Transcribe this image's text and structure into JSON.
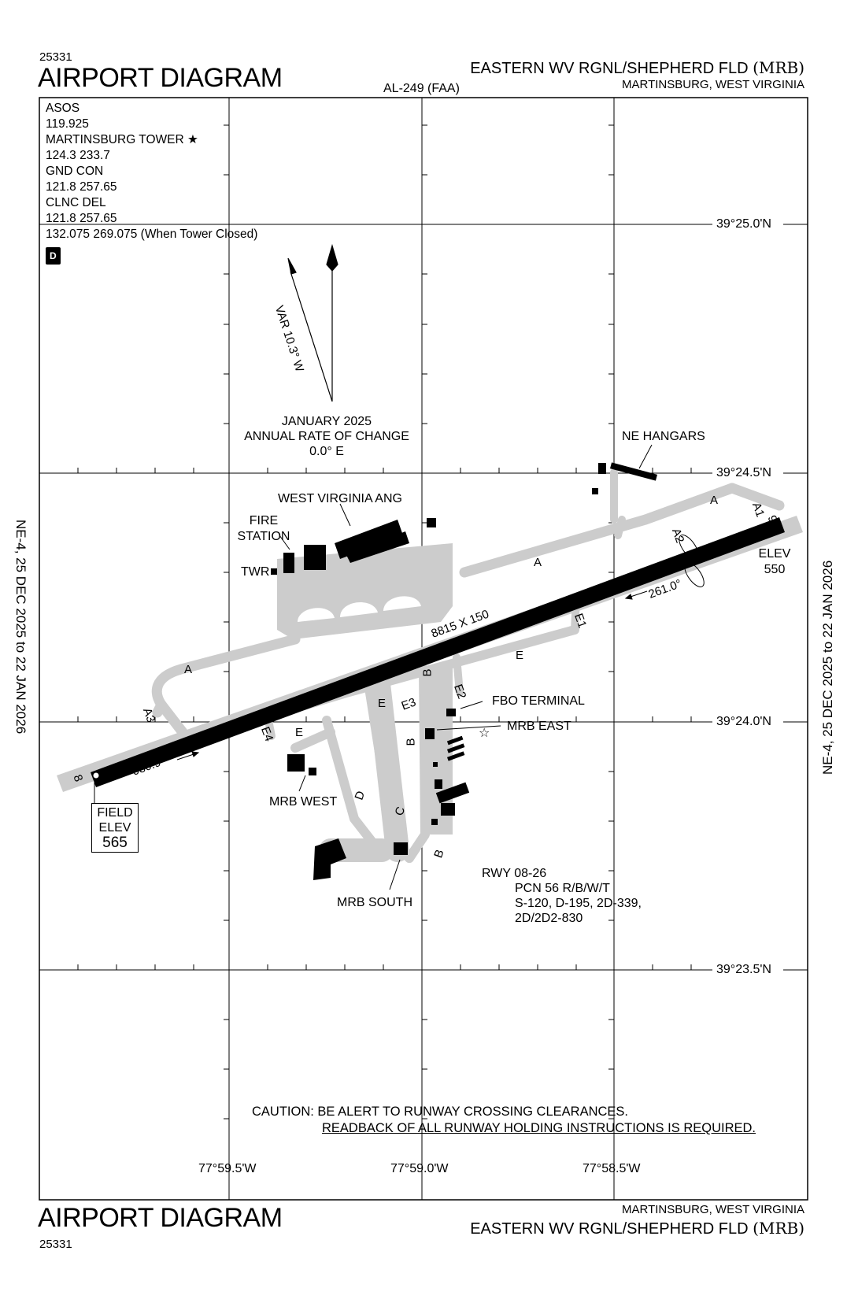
{
  "header": {
    "chart_number_top": "25331",
    "title_top": "AIRPORT DIAGRAM",
    "procedure_id": "AL-249 (FAA)",
    "airport_name": "EASTERN WV RGNL/SHEPHERD FLD",
    "airport_ident": "(MRB)",
    "city_state": "MARTINSBURG, WEST VIRGINIA"
  },
  "comms": {
    "lines": [
      "ASOS",
      "119.925",
      "MARTINSBURG TOWER ★",
      "124.3  233.7",
      "GND CON",
      "121.8  257.65",
      "CLNC DEL",
      "121.8  257.65",
      "132.075  269.075 (When Tower Closed)"
    ],
    "d_badge": "D"
  },
  "magnetic": {
    "var_label": "VAR 10.3° W",
    "epoch": "JANUARY 2025",
    "rate_label": "ANNUAL RATE OF CHANGE",
    "rate_value": "0.0° E"
  },
  "latitudes": [
    "39°25.0'N",
    "39°24.5'N",
    "39°24.0'N",
    "39°23.5'N"
  ],
  "longitudes": [
    "77°59.5'W",
    "77°59.0'W",
    "77°58.5'W"
  ],
  "runway": {
    "dimensions": "8815 X 150",
    "end_8": "8",
    "end_26": "26",
    "heading_8": "080.9°",
    "heading_26": "261.0°",
    "elev_26_label": "ELEV",
    "elev_26_value": "550",
    "field_elev_lines": [
      "FIELD",
      "ELEV",
      "565"
    ]
  },
  "taxiways": [
    "A",
    "A",
    "A",
    "A1",
    "A2",
    "A3",
    "B",
    "B",
    "B",
    "C",
    "D",
    "E",
    "E",
    "E",
    "E1",
    "E2",
    "E3",
    "E4"
  ],
  "facilities": {
    "wv_ang": "WEST VIRGINIA ANG",
    "fire_station_lines": [
      "FIRE",
      "STATION"
    ],
    "twr": "TWR",
    "ne_hangars": "NE HANGARS",
    "fbo_terminal": "FBO TERMINAL",
    "mrb_east": "MRB EAST",
    "mrb_west": "MRB WEST",
    "mrb_south": "MRB SOUTH"
  },
  "pavement": {
    "lines": [
      "RWY 08-26",
      "PCN 56 R/B/W/T",
      "S-120, D-195, 2D-339,",
      "2D/2D2-830"
    ]
  },
  "caution": {
    "line1": "CAUTION: BE ALERT TO RUNWAY CROSSING CLEARANCES.",
    "line2": "READBACK OF ALL RUNWAY HOLDING INSTRUCTIONS IS REQUIRED."
  },
  "effective": {
    "left": "NE-4,  25 DEC 2025  to  22 JAN 2026",
    "right": "NE-4,  25 DEC 2025  to  22 JAN 2026"
  },
  "footer": {
    "title_bottom": "AIRPORT DIAGRAM",
    "chart_number_bottom": "25331",
    "city_state": "MARTINSBURG, WEST VIRGINIA",
    "airport_name": "EASTERN WV RGNL/SHEPHERD FLD",
    "airport_ident": "(MRB)"
  },
  "colors": {
    "pavement": "#cccccc",
    "runway": "#000000",
    "ink": "#000000"
  }
}
